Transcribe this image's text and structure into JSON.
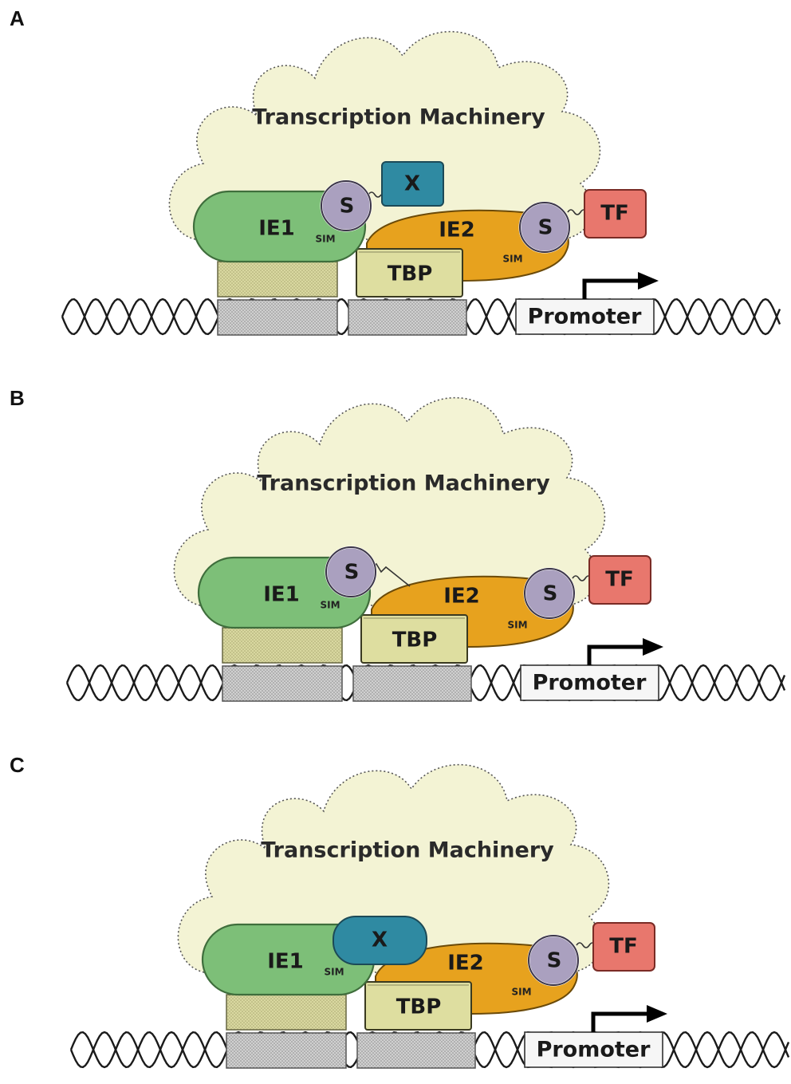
{
  "colors": {
    "cloud_fill": "#f3f3d4",
    "cloud_stroke": "#555555",
    "ie1_fill": "#7dbf78",
    "ie1_stroke": "#3f6e3c",
    "ie2_fill": "#e7a21e",
    "ie2_stroke": "#6b4a08",
    "tbp_fill": "#dedea0",
    "tbp_stroke": "#3a3a20",
    "sumo_fill": "#aaa0bf",
    "sumo_stroke": "#3b3548",
    "x_fill": "#2f8aa2",
    "x_stroke": "#1c4a57",
    "tf_fill": "#e8776d",
    "tf_stroke": "#7a2b25",
    "site_upper_fill": "#d9d8a0",
    "site_lower_fill": "#d0d0d0",
    "promoter_fill": "#f6f6f6",
    "dna_stroke": "#1a1a1a"
  },
  "panels": [
    {
      "id": "A",
      "label": "A",
      "machinery": "Transcription Machinery",
      "ie1": "IE1",
      "ie1_sim": "SIM",
      "ie1_sumo": "S",
      "x_protein": "X",
      "ie2": "IE2",
      "ie2_sim": "SIM",
      "ie2_sumo": "S",
      "tbp": "TBP",
      "tf": "TF",
      "promoter": "Promoter"
    },
    {
      "id": "B",
      "label": "B",
      "machinery": "Transcription Machinery",
      "ie1": "IE1",
      "ie1_sim": "SIM",
      "ie1_sumo": "S",
      "ie2": "IE2",
      "ie2_sim": "SIM",
      "ie2_sumo": "S",
      "tbp": "TBP",
      "tf": "TF",
      "promoter": "Promoter"
    },
    {
      "id": "C",
      "label": "C",
      "machinery": "Transcription Machinery",
      "ie1": "IE1",
      "ie1_sim": "SIM",
      "x_protein": "X",
      "ie2": "IE2",
      "ie2_sim": "SIM",
      "ie2_sumo": "S",
      "tbp": "TBP",
      "tf": "TF",
      "promoter": "Promoter"
    }
  ]
}
